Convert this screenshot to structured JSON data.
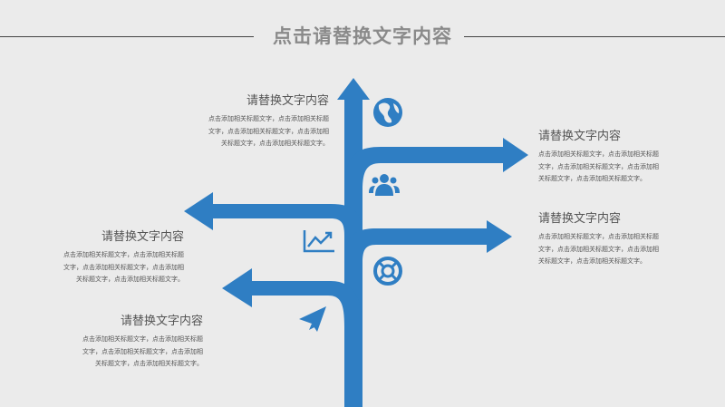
{
  "title": "点击请替换文字内容",
  "colors": {
    "arrow": "#2f7ec3",
    "icon": "#2f7ec3",
    "text": "#555555",
    "title": "#8a8a8a"
  },
  "icons": [
    "globe-icon",
    "users-icon",
    "chart-icon",
    "lifebuoy-icon",
    "paper-plane-icon"
  ],
  "blocks": [
    {
      "heading": "请替换文字内容",
      "lines": [
        "点击添加相关标题文字，点击添加相关标题",
        "文字，点击添加相关标题文字，点击添加相",
        "关标题文字，点击添加相关标题文字。"
      ]
    },
    {
      "heading": "请替换文字内容",
      "lines": [
        "点击添加相关标题文字，点击添加相关标题",
        "文字，点击添加相关标题文字，点击添加相",
        "关标题文字，点击添加相关标题文字。"
      ]
    },
    {
      "heading": "请替换文字内容",
      "lines": [
        "点击添加相关标题文字，点击添加相关标题",
        "文字，点击添加相关标题文字，点击添加相",
        "关标题文字，点击添加相关标题文字。"
      ]
    },
    {
      "heading": "请替换文字内容",
      "lines": [
        "点击添加相关标题文字，点击添加相关标题",
        "文字，点击添加相关标题文字，点击添加相",
        "关标题文字，点击添加相关标题文字。"
      ]
    },
    {
      "heading": "请替换文字内容",
      "lines": [
        "点击添加相关标题文字，点击添加相关标题",
        "文字，点击添加相关标题文字，点击添加相",
        "关标题文字，点击添加相关标题文字。"
      ]
    }
  ]
}
